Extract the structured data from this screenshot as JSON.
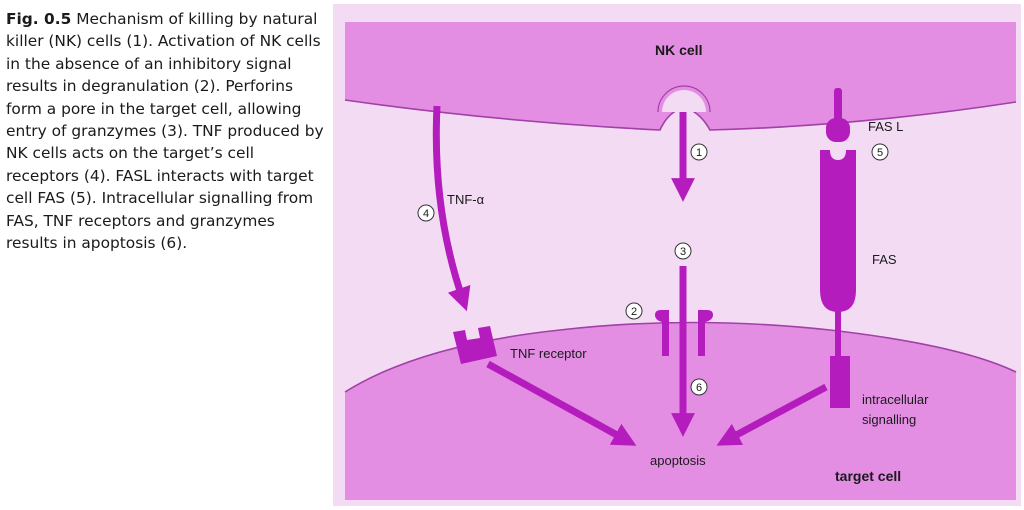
{
  "caption": {
    "figure_label": "Fig. 0.5",
    "text": "Mechanism of killing by natural killer (NK) cells (1). Activation of NK cells in the absence of an inhibitory signal results in degranulation (2). Perforins form a pore in the target cell, allowing entry of granzymes (3). TNF produced by NK cells acts on the target’s cell receptors (4). FASL interacts with target cell FAS (5). Intracellular signalling from FAS, TNF receptors and granzymes results in apoptosis (6)."
  },
  "diagram": {
    "nk_cell_label": "NK cell",
    "target_cell_label": "target cell",
    "tnf_alpha_label": "TNF-α",
    "tnf_receptor_label": "TNF receptor",
    "fas_l_label": "FAS L",
    "fas_label": "FAS",
    "intracellular_label_line1": "intracellular",
    "intracellular_label_line2": "signalling",
    "apoptosis_label": "apoptosis",
    "step_markers": [
      "1",
      "2",
      "3",
      "4",
      "5",
      "6"
    ]
  },
  "colors": {
    "background": "#f3dcf3",
    "cell_fill": "#e38ee3",
    "molecule": "#b51cbd",
    "outline": "#a040a8"
  }
}
